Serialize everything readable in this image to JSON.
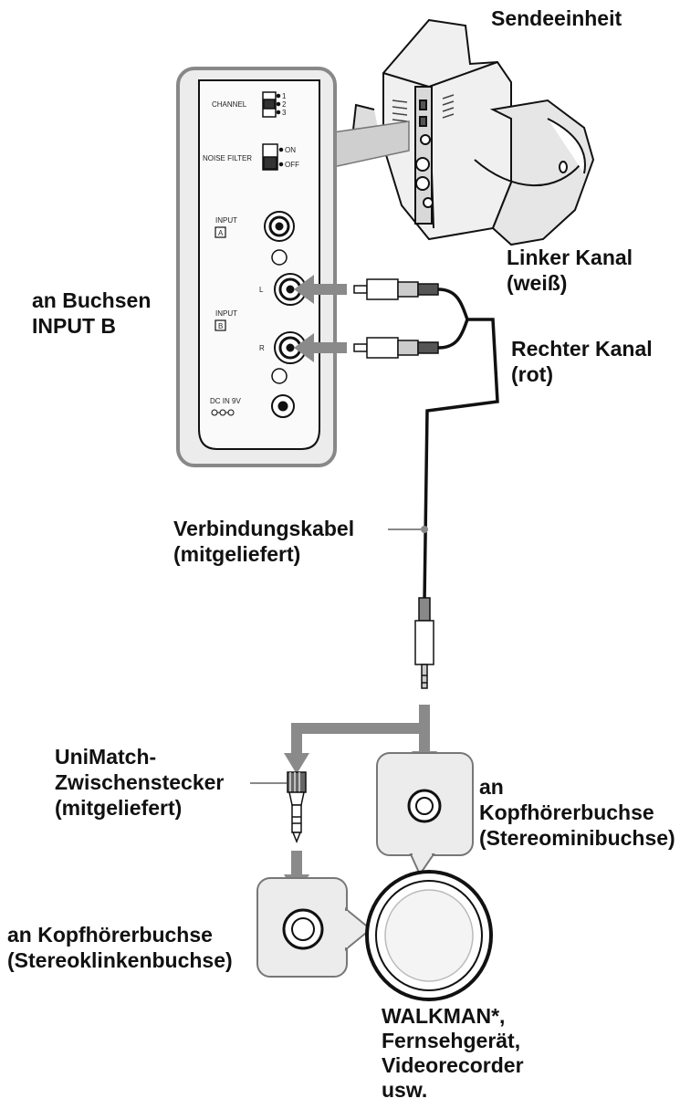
{
  "labels": {
    "transmitter": "Sendeeinheit",
    "left_channel": [
      "Linker Kanal",
      "(weiß)"
    ],
    "right_channel": [
      "Rechter Kanal",
      "(rot)"
    ],
    "input_b": [
      "an Buchsen",
      "INPUT B"
    ],
    "cable": [
      "Verbindungskabel",
      "(mitgeliefert)"
    ],
    "unimatch": [
      "UniMatch-",
      "Zwischenstecker",
      "(mitgeliefert)"
    ],
    "stereo_mini": [
      "an",
      "Kopfhörerbuchse",
      "(Stereominibuchse)"
    ],
    "stereo_jack": [
      "an Kopfhörerbuchse",
      "(Stereoklinkenbuchse)"
    ],
    "devices": [
      "WALKMAN*,",
      "Fernsehgerät,",
      "Videorecorder",
      "usw."
    ]
  },
  "panel": {
    "channel": "CHANNEL",
    "channel_positions": [
      "1",
      "2",
      "3"
    ],
    "noise_filter": "NOISE FILTER",
    "noise_filter_positions": [
      "ON",
      "OFF"
    ],
    "input_a": "INPUT",
    "input_a_letter": "A",
    "input_b": "INPUT",
    "input_b_letter": "B",
    "left": "L",
    "right": "R",
    "dc_in": "DC IN 9V"
  },
  "colors": {
    "ink": "#111111",
    "arrow": "#8a8a8a",
    "panel_fill": "#f4f4f4"
  }
}
